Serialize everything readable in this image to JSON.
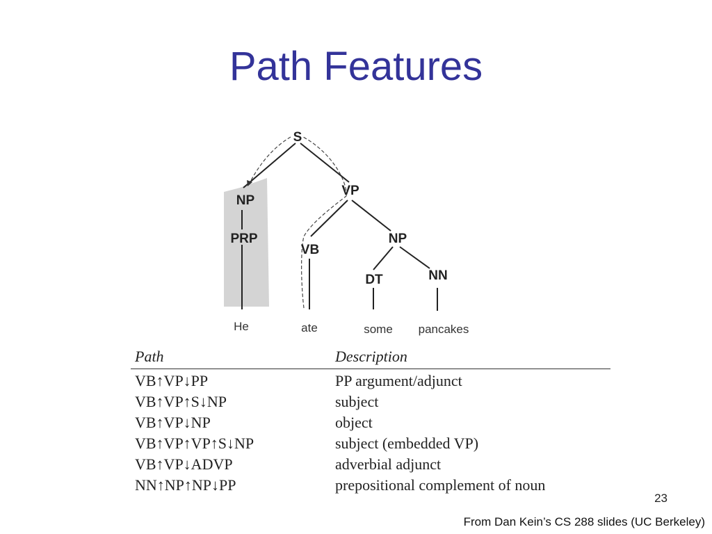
{
  "slide": {
    "title": "Path Features",
    "page_number": "23",
    "credit": "From Dan Kein’s CS 288 slides (UC Berkeley)"
  },
  "tree": {
    "nodes": {
      "s": "S",
      "vp": "VP",
      "np_subj": "NP",
      "prp": "PRP",
      "vb": "VB",
      "np_obj": "NP",
      "dt": "DT",
      "nn": "NN"
    },
    "words": {
      "he": "He",
      "ate": "ate",
      "some": "some",
      "pancakes": "pancakes"
    }
  },
  "table": {
    "headers": {
      "path": "Path",
      "description": "Description"
    },
    "rows": [
      {
        "path": "VB↑VP↓PP",
        "description": "PP argument/adjunct"
      },
      {
        "path": "VB↑VP↑S↓NP",
        "description": "subject"
      },
      {
        "path": "VB↑VP↓NP",
        "description": "object"
      },
      {
        "path": "VB↑VP↑VP↑S↓NP",
        "description": "subject (embedded VP)"
      },
      {
        "path": "VB↑VP↓ADVP",
        "description": "adverbial adjunct"
      },
      {
        "path": "NN↑NP↑NP↓PP",
        "description": "prepositional complement of noun"
      }
    ]
  }
}
